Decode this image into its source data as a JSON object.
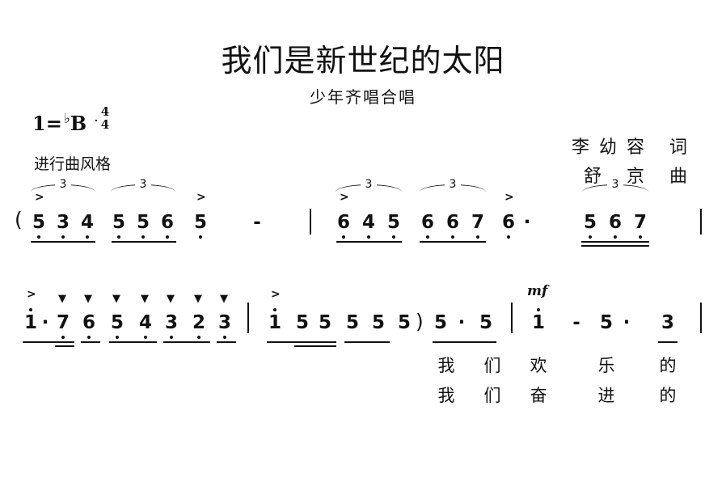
{
  "title": "我们是新世纪的太阳",
  "subtitle": "少年齐唱合唱",
  "key": {
    "prefix": "1=",
    "flat": "♭",
    "note": "B",
    "meter_top": "4",
    "meter_bottom": "4"
  },
  "tempo": "进行曲风格",
  "lyricist": "李幼容 词",
  "composer": "舒 京 曲",
  "dynamic": "mf",
  "triplet": "3",
  "row1_notes": [
    "5",
    "3",
    "4",
    "5",
    "5",
    "6",
    "5",
    "-",
    "6",
    "4",
    "5",
    "6",
    "6",
    "7",
    "6",
    "5",
    "6",
    "7"
  ],
  "row2_notes": [
    "1",
    "7",
    "6",
    "5",
    "4",
    "3",
    "2",
    "3",
    "1",
    "5",
    "5",
    "5",
    "5",
    "5",
    "5",
    "5",
    "1",
    "-",
    "5",
    "3"
  ],
  "dotmark": "·",
  "paren_open": "(",
  "paren_close": ")",
  "accent": ">",
  "staccato": "▼",
  "lyrics_line1": [
    "我",
    "们",
    "欢",
    "乐",
    "的"
  ],
  "lyrics_line2": [
    "我",
    "们",
    "奋",
    "进",
    "的"
  ]
}
